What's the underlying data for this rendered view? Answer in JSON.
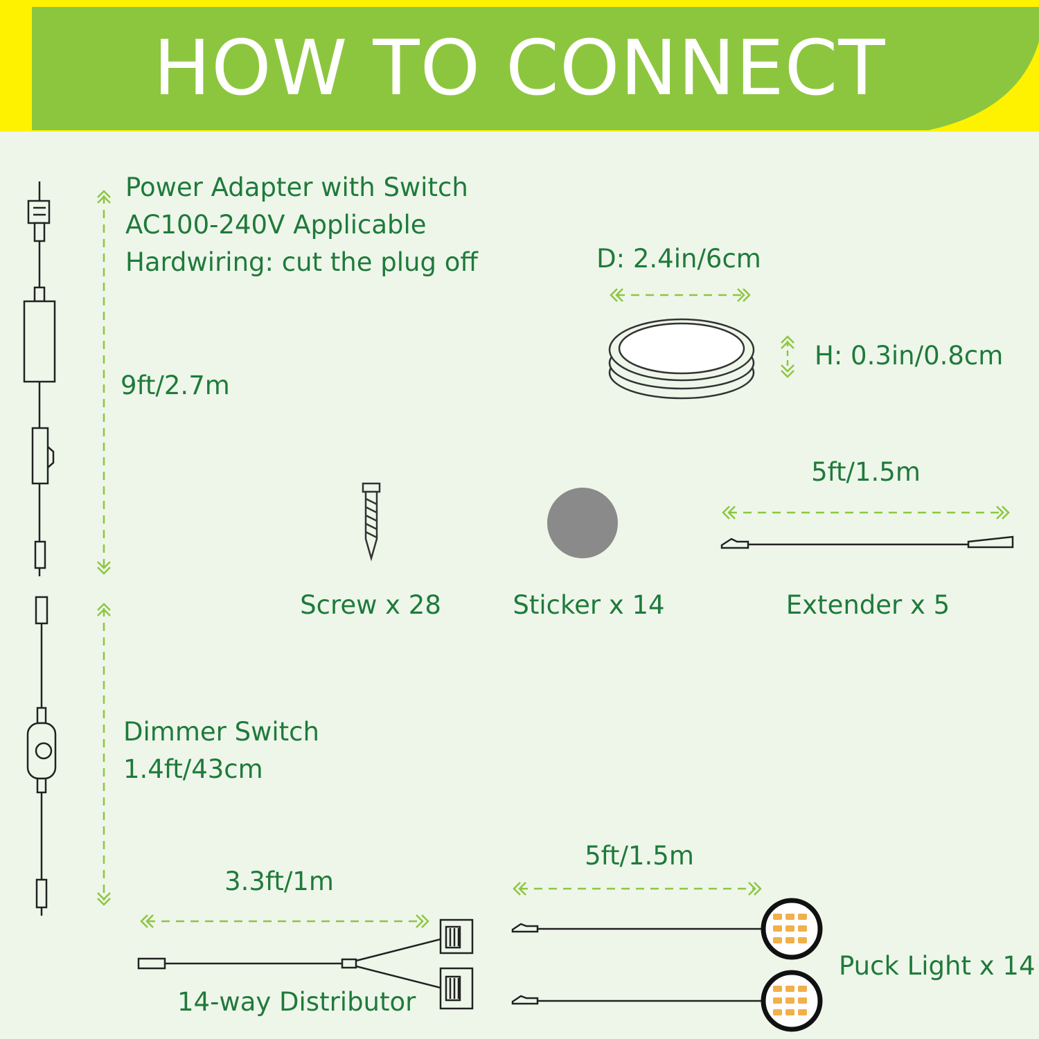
{
  "header": {
    "title": "HOW TO CONNECT",
    "colors": {
      "green": "#8cc63f",
      "yellow": "#fff200",
      "text": "#ffffff"
    }
  },
  "colors": {
    "label_text": "#1f7a3a",
    "dimension_arrow": "#8cc63f",
    "background": "#eef6ea",
    "line_art": "#222222",
    "led_chip": "#f0b04a",
    "sticker": "#8a8a8a"
  },
  "power_adapter": {
    "name": "Power Adapter with Switch",
    "voltage": "AC100-240V Applicable",
    "note": "Hardwiring: cut the plug off",
    "length": "9ft/2.7m"
  },
  "dimmer": {
    "name": "Dimmer Switch",
    "length": "1.4ft/43cm"
  },
  "puck": {
    "diameter": "D: 2.4in/6cm",
    "height": "H: 0.3in/0.8cm"
  },
  "parts": {
    "screw": "Screw x 28",
    "sticker": "Sticker x 14",
    "extender": "Extender x 5",
    "extender_length": "5ft/1.5m"
  },
  "distributor": {
    "name": "14-way Distributor",
    "length": "3.3ft/1m"
  },
  "puck_light": {
    "label": "Puck Light x 14",
    "cable_length": "5ft/1.5m"
  }
}
